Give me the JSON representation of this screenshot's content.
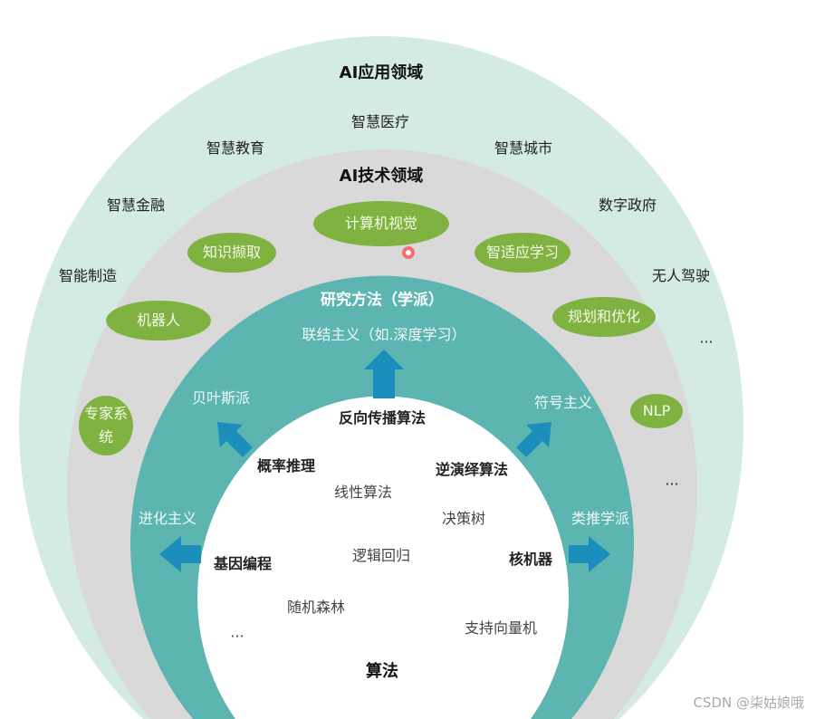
{
  "colors": {
    "outer": "#d3ebe3",
    "tech": "#d9d9d9",
    "methods": "#5cb5b1",
    "algorithms": "#ffffff",
    "tech_pill": "#7fb241",
    "arrow": "#1b8ebb",
    "marker": "#e02020"
  },
  "application": {
    "title": "AI应用领域",
    "items": [
      "智慧医疗",
      "智慧教育",
      "智慧城市",
      "智慧金融",
      "数字政府",
      "智能制造",
      "无人驾驶",
      "..."
    ]
  },
  "technology": {
    "title": "AI技术领域",
    "items": [
      "计算机视觉",
      "知识撷取",
      "智适应学习",
      "机器人",
      "规划和优化",
      "专家系统",
      "NLP",
      "..."
    ]
  },
  "methods": {
    "title": "研究方法（学派）",
    "items": [
      "联结主义（如.深度学习）",
      "贝叶斯派",
      "符号主义",
      "进化主义",
      "类推学派"
    ]
  },
  "algorithms": {
    "title": "算法",
    "bold_items": [
      "反向传播算法",
      "概率推理",
      "逆演绎算法",
      "基因编程",
      "核机器"
    ],
    "items": [
      "线性算法",
      "决策树",
      "逻辑回归",
      "随机森林",
      "支持向量机",
      "..."
    ]
  },
  "watermark": "CSDN @柒姑娘哦"
}
